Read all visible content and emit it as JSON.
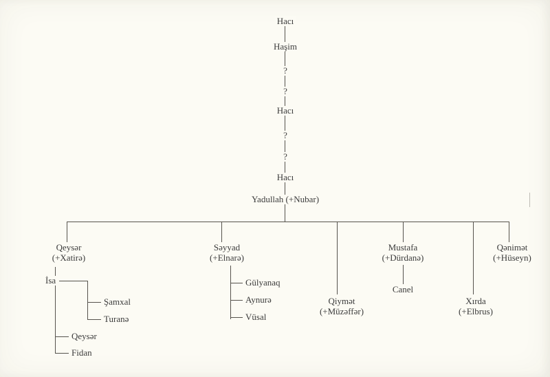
{
  "colors": {
    "background": "#fcfbf4",
    "ink": "#3b3b3b",
    "line": "#55524c"
  },
  "ancestors": [
    "Hacı",
    "Haşim",
    "?",
    "?",
    "Hacı",
    "?",
    "?",
    "Hacı"
  ],
  "root_label": "Yadullah (+Nubar)",
  "children": [
    {
      "name": "Qeysər",
      "spouse": "(+Xatirə)"
    },
    {
      "name": "Səyyad",
      "spouse": "(+Elnarə)"
    },
    {
      "name": "Qiymət",
      "spouse": "(+Müzəffər)"
    },
    {
      "name": "Mustafa",
      "spouse": "(+Dürdanə)"
    },
    {
      "name": "Xırda",
      "spouse": "(+Elbrus)"
    },
    {
      "name": "Qənimət",
      "spouse": "(+Hüseyn)"
    }
  ],
  "descendants": {
    "qeyser": [
      "İsa",
      "Qeysər",
      "Fidan"
    ],
    "isa": [
      "Şamxal",
      "Turanə"
    ],
    "seyyad": [
      "Gülyanaq",
      "Aynurə",
      "Vüsal"
    ],
    "mustafa": [
      "Canel"
    ]
  }
}
